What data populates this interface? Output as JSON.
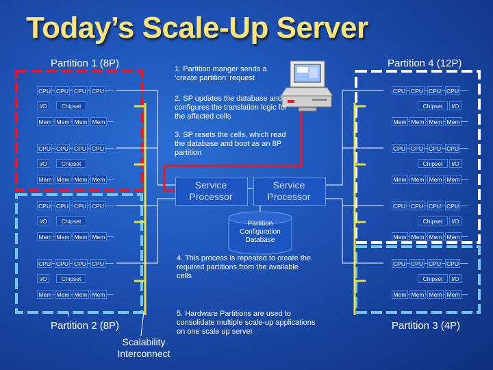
{
  "title": "Today’s Scale-Up Server",
  "partitions": {
    "p1": "Partition 1 (8P)",
    "p2": "Partition 2 (8P)",
    "p3": "Partition 3 (4P)",
    "p4": "Partition 4 (12P)"
  },
  "steps": [
    "1. Partition manger sends a ‘create partition’ request",
    "2. SP updates the database and configures the translation logic for the affected cells",
    "3. SP resets the cells, which read the database and boot as an 8P partition",
    "4. This process is repeated to create the required partitions from the available cells",
    "5. Hardware Partitions are used to consolidate multiple scale-up applications on one scale up server"
  ],
  "service_processor_label": "Service Processor",
  "database_label": "Partition Configuration Database",
  "interconnect_label": "Scalability Interconnect",
  "cell": {
    "cpu": "CPU",
    "io": "I/O",
    "chipset": "Chipset",
    "mem": "Mem"
  },
  "colors": {
    "title": "#ffe47a",
    "partition1_border": "#e8182a",
    "partition2_border": "#74c6f0",
    "partition3_border": "#74c6f0",
    "partition4_border": "#ffffff",
    "interconnect": "#e8e23a",
    "request_line": "#e8182a"
  }
}
